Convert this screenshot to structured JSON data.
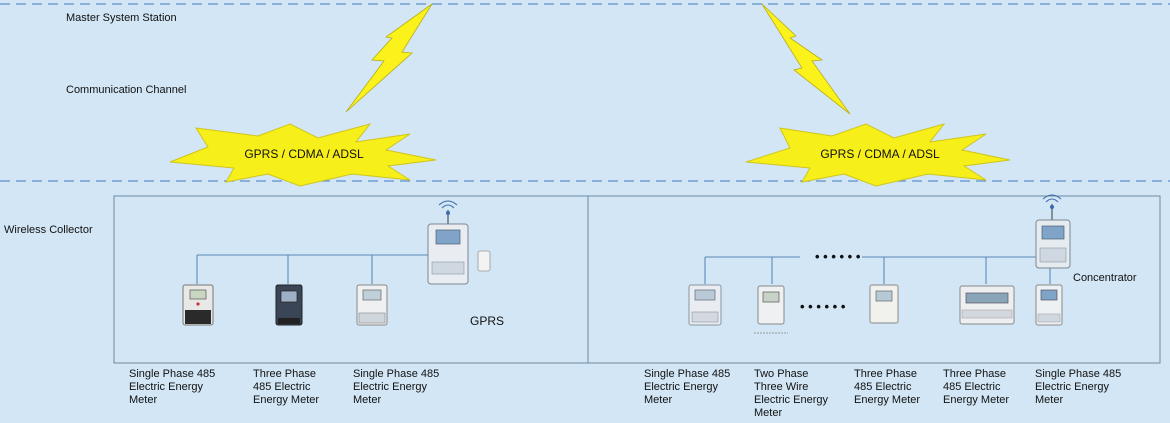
{
  "levels": {
    "master": "Master System Station",
    "channel": "Communication Channel",
    "collector": "Wireless Collector"
  },
  "channels": {
    "left": "GPRS / CDMA  / ADSL",
    "right": "GPRS / CDMA  / ADSL"
  },
  "devices": {
    "gprs_label": "GPRS",
    "concentrator_label": "Concentrator",
    "ellipsis": "• • •  • • •"
  },
  "meters": {
    "left": [
      "Single Phase 485\nElectric Energy\nMeter",
      "Three Phase\n485 Electric\nEnergy Meter",
      "Single Phase 485\nElectric Energy\nMeter"
    ],
    "right": [
      "Single Phase 485\nElectric Energy\nMeter",
      "Two Phase\nThree Wire\nElectric Energy\nMeter",
      "Three Phase\n485 Electric\nEnergy Meter",
      "Three Phase\n485 Electric\nEnergy Meter",
      "Single Phase 485\nElectric Energy\nMeter"
    ]
  },
  "colors": {
    "background": "#d2e6f5",
    "dashed_line": "#5b8fc9",
    "burst_fill": "#f7ef1a",
    "lightning_fill": "#fbf21c",
    "wire": "#5a8ab8"
  }
}
